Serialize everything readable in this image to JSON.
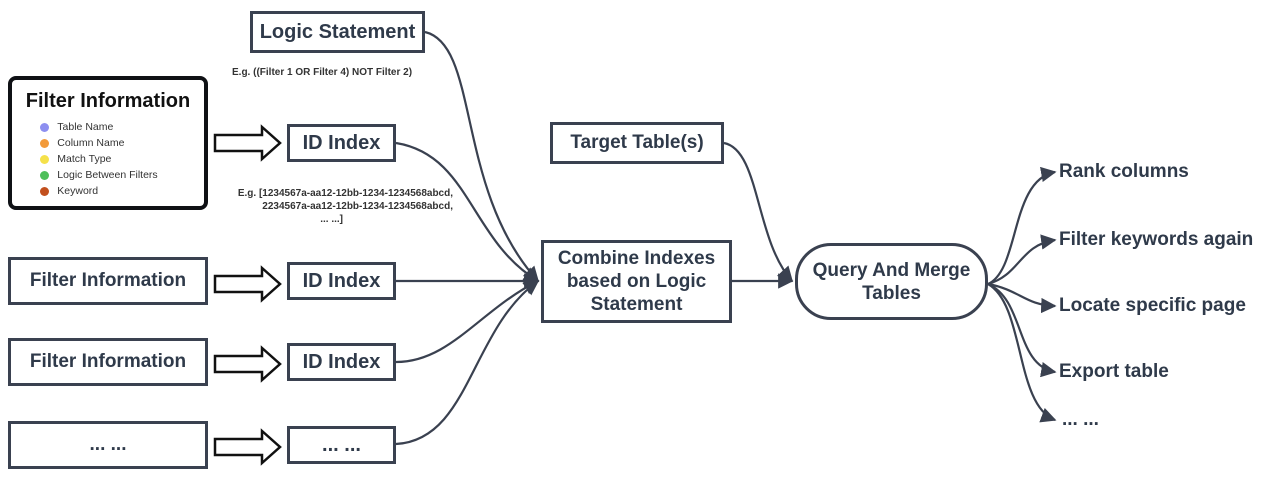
{
  "logic_statement": {
    "label": "Logic Statement",
    "example": "E.g. ((Filter 1 OR Filter 4) NOT Filter 2)"
  },
  "filter_info_detail": {
    "title": "Filter Information",
    "legend": [
      {
        "label": "Table Name",
        "color": "#8d8ff0"
      },
      {
        "label": "Column Name",
        "color": "#f29a3a"
      },
      {
        "label": "Match Type",
        "color": "#f5e14a"
      },
      {
        "label": "Logic Between Filters",
        "color": "#4fbf5a"
      },
      {
        "label": "Keyword",
        "color": "#c2501e"
      }
    ]
  },
  "filter_rows": [
    {
      "filter_label": "Filter Information",
      "index_label": "ID Index"
    },
    {
      "filter_label": "Filter Information",
      "index_label": "ID Index"
    },
    {
      "filter_label": "... ...",
      "index_label": "... ..."
    }
  ],
  "top_index": {
    "label": "ID Index",
    "example_lines": [
      "E.g. [1234567a-aa12-12bb-1234-1234568abcd,",
      "2234567a-aa12-12bb-1234-1234568abcd,",
      "... ...]"
    ]
  },
  "combine": {
    "label": "Combine Indexes based on Logic Statement"
  },
  "target": {
    "label": "Target Table(s)"
  },
  "query": {
    "label": "Query And Merge Tables"
  },
  "outputs": [
    "Rank columns",
    "Filter keywords again",
    "Locate specific page",
    "Export table",
    "... ..."
  ],
  "colors": {
    "stroke": "#3a4150",
    "text": "#2f3a4a"
  }
}
